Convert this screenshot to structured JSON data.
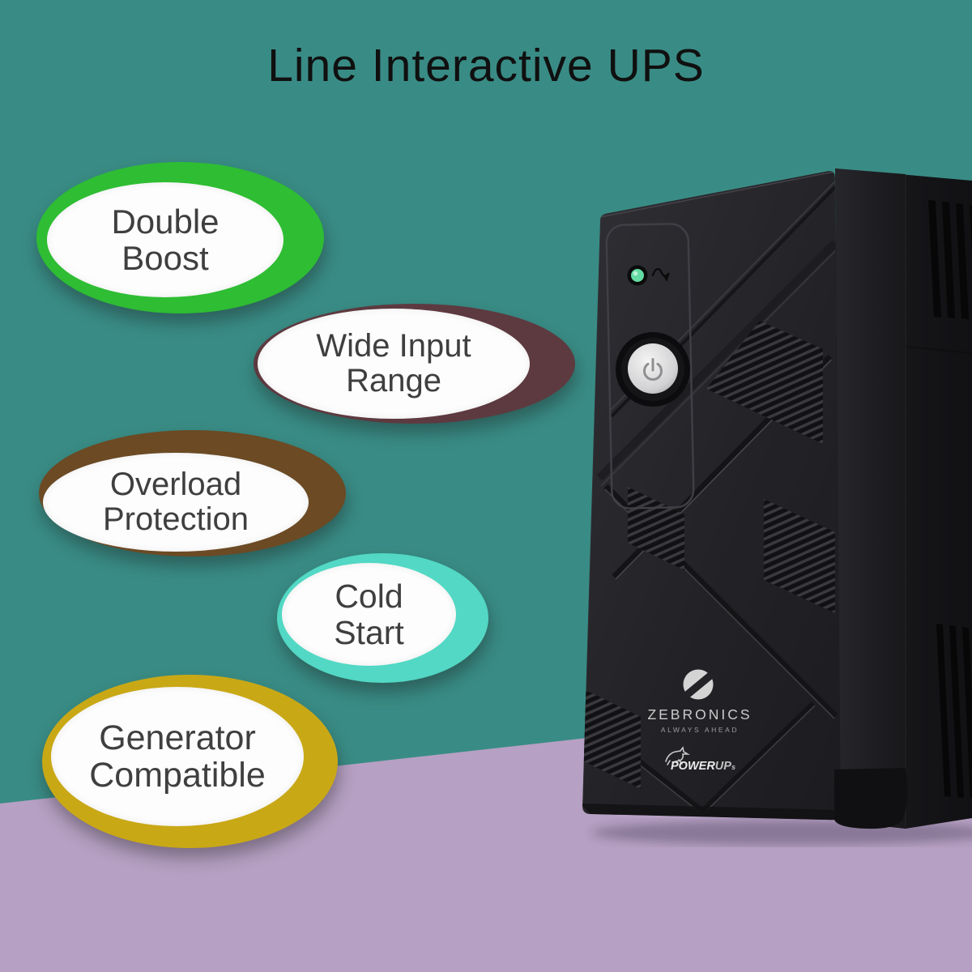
{
  "title": "Line Interactive UPS",
  "features": [
    {
      "id": "double-boost",
      "line1": "Double",
      "line2": "Boost",
      "ring_color": "#2ebd33"
    },
    {
      "id": "wide-input-range",
      "line1": "Wide Input",
      "line2": "Range",
      "ring_color": "#5d3a40"
    },
    {
      "id": "overload-protection",
      "line1": "Overload",
      "line2": "Protection",
      "ring_color": "#6b4a24"
    },
    {
      "id": "cold-start",
      "line1": "Cold",
      "line2": "Start",
      "ring_color": "#52d8c4"
    },
    {
      "id": "generator-compatible",
      "line1": "Generator",
      "line2": "Compatible",
      "ring_color": "#c9a816"
    }
  ],
  "device": {
    "brand": "ZEBRONICS",
    "tagline": "ALWAYS AHEAD",
    "power_brand": {
      "power": "POWER",
      "up": "UP",
      "s": "s"
    },
    "icons": {
      "status_led": "green-led-indicator",
      "ac_indicator": "ac-wave-icon",
      "power_button": "power-icon"
    }
  },
  "colors": {
    "teal": "#398c85",
    "purple": "#b6a0c3",
    "title_text": "#101010",
    "feature_text": "#3f3f3f",
    "led_green": "#63dba2"
  }
}
